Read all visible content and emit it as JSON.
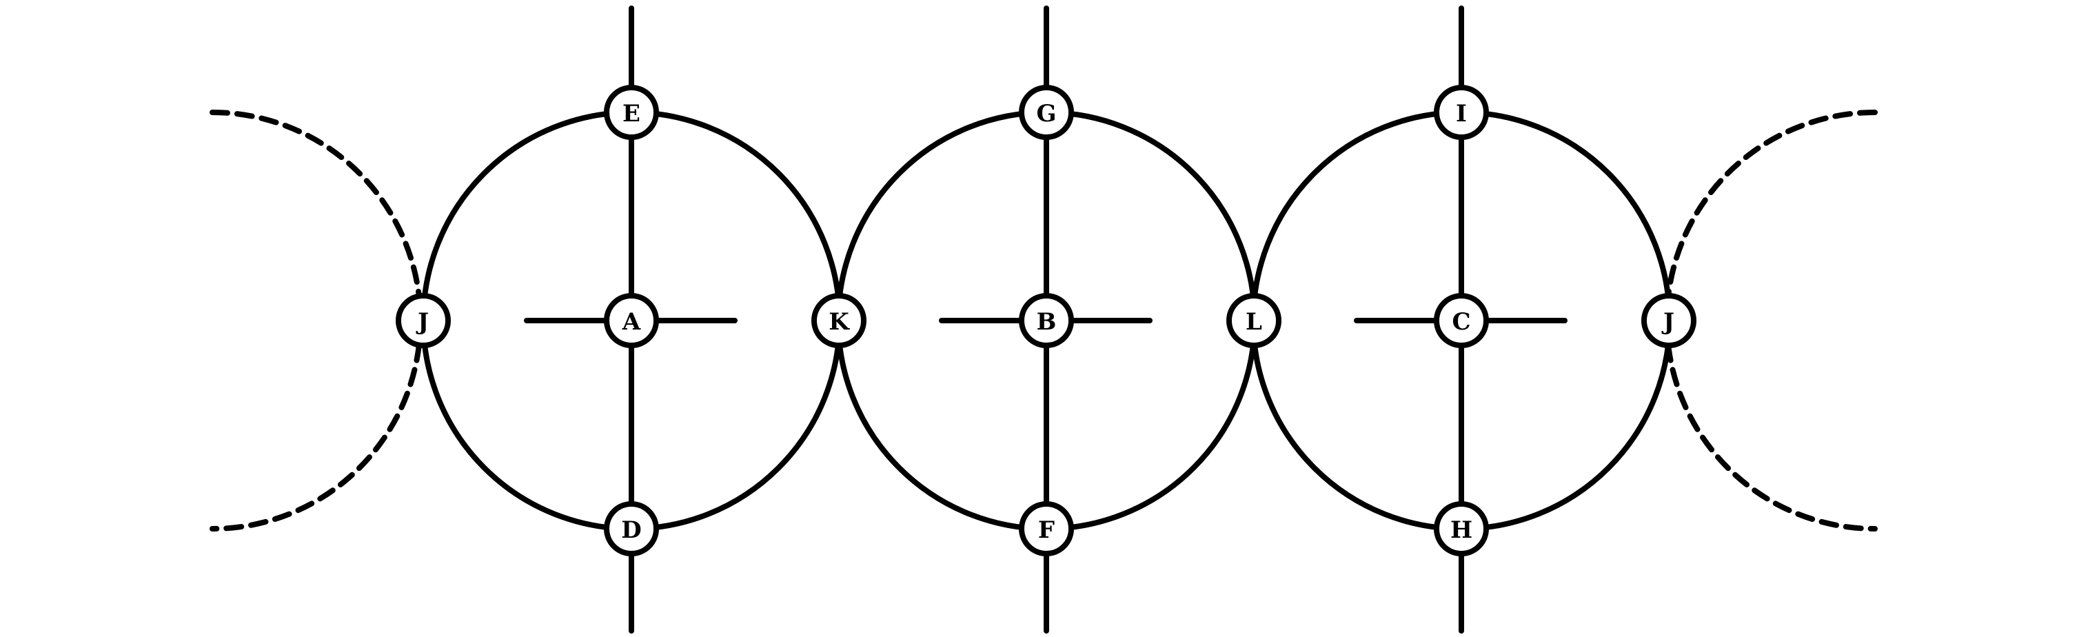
{
  "diagram": {
    "nodes": {
      "A": "A",
      "B": "B",
      "C": "C",
      "D": "D",
      "E": "E",
      "F": "F",
      "G": "G",
      "H": "H",
      "I": "I",
      "J_left": "J",
      "J_right": "J",
      "K": "K",
      "L": "L"
    },
    "edges": [
      [
        "E",
        "A"
      ],
      [
        "A",
        "D"
      ],
      [
        "G",
        "B"
      ],
      [
        "B",
        "F"
      ],
      [
        "I",
        "C"
      ],
      [
        "C",
        "H"
      ],
      [
        "J_left",
        "E"
      ],
      [
        "E",
        "K"
      ],
      [
        "K",
        "D"
      ],
      [
        "D",
        "J_left"
      ],
      [
        "K",
        "G"
      ],
      [
        "G",
        "L"
      ],
      [
        "L",
        "F"
      ],
      [
        "F",
        "K"
      ],
      [
        "L",
        "I"
      ],
      [
        "I",
        "J_right"
      ],
      [
        "J_right",
        "H"
      ],
      [
        "H",
        "L"
      ]
    ],
    "periodic_boundary": "J"
  }
}
